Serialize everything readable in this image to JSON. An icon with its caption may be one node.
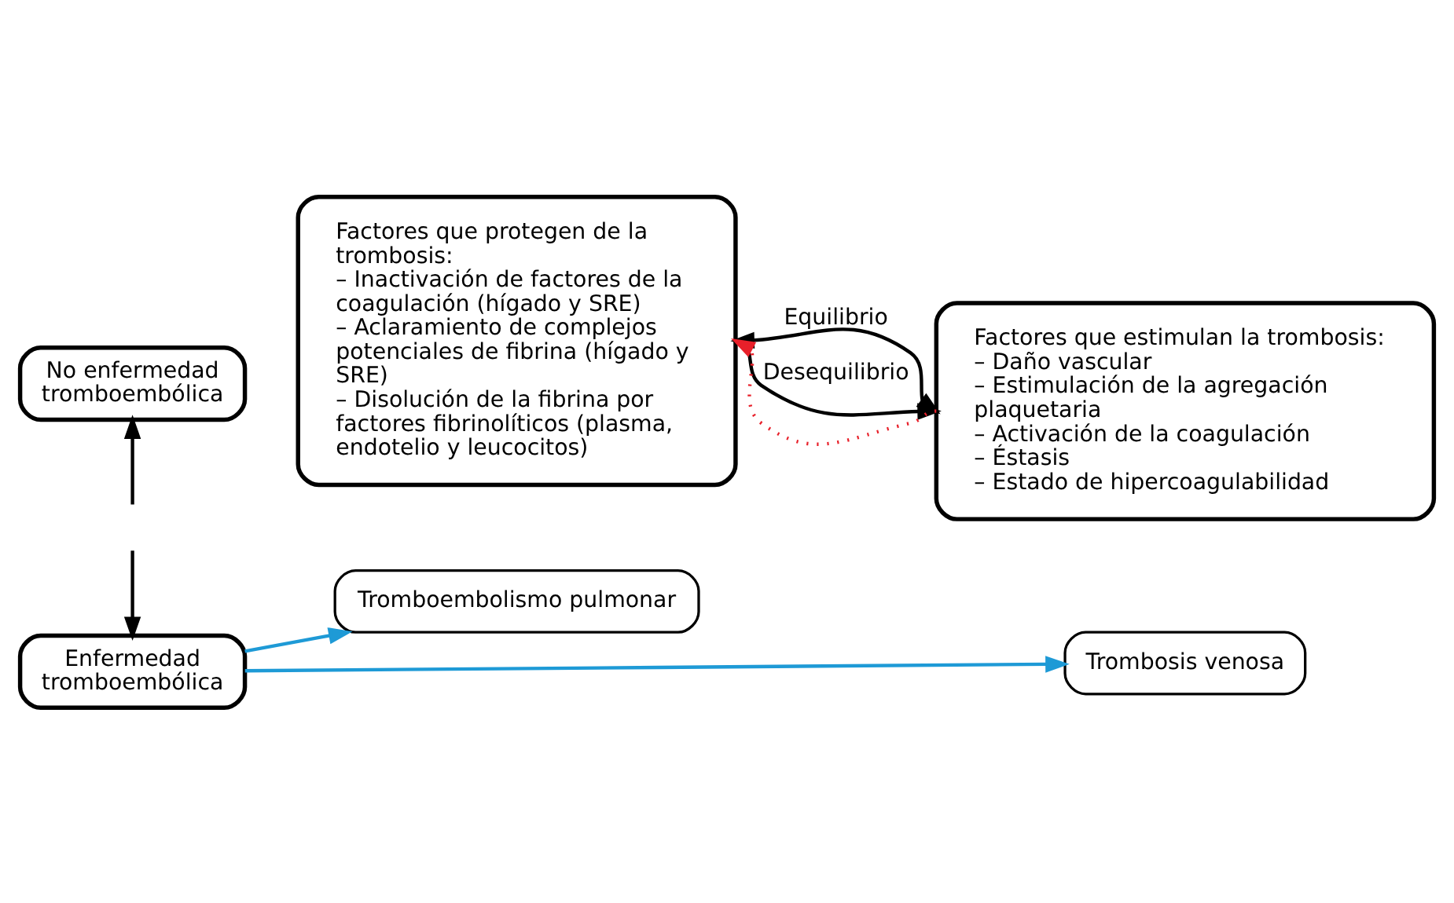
{
  "diagram": {
    "nodes": [
      {
        "text": [
          "Factores que protegen de la trombosis:",
          "– Inactivación de factores de la coagulación (hígado y SRE)",
          "– Aclaramiento de complejos potenciales de fibrina (hígado y SRE)",
          "– Disolución de la fibrina por factores fibrinolíticos (plasma, endotelio y leucocitos)"
        ]
      },
      {
        "text": [
          "No enfermedad tromboembólica"
        ]
      },
      {
        "text": [
          "Factores que estimulan la trombosis:",
          "– Daño vascular",
          "– Estimulación de la agregación plaquetaria",
          "– Activación de la coagulación",
          "– Éstasis",
          "– Estado de hipercoagulabilidad"
        ]
      },
      {
        "text": [
          "Enfermedad tromboembólica"
        ]
      },
      {
        "text": [
          "Tromboembolismo pulmonar"
        ]
      },
      {
        "text": [
          "Trombosis venosa"
        ]
      }
    ],
    "edges": [
      {
        "from": null,
        "to": 1,
        "arrow": "to"
      },
      {
        "from": 0,
        "to": 2,
        "arrow": "both",
        "label": "Equilibrio"
      },
      {
        "from": 0,
        "to": 2,
        "arrow": "to",
        "label": "Desequilibrio"
      },
      {
        "from": 2,
        "to": 0,
        "arrow": "to",
        "style": "dashed",
        "color": "#e8202a"
      },
      {
        "from": null,
        "to": 3,
        "arrow": "to"
      },
      {
        "from": 3,
        "to": 4,
        "arrow": "to",
        "color": "#1e9ad6"
      },
      {
        "from": 3,
        "to": 5,
        "arrow": "to",
        "color": "#1e9ad6"
      }
    ]
  }
}
